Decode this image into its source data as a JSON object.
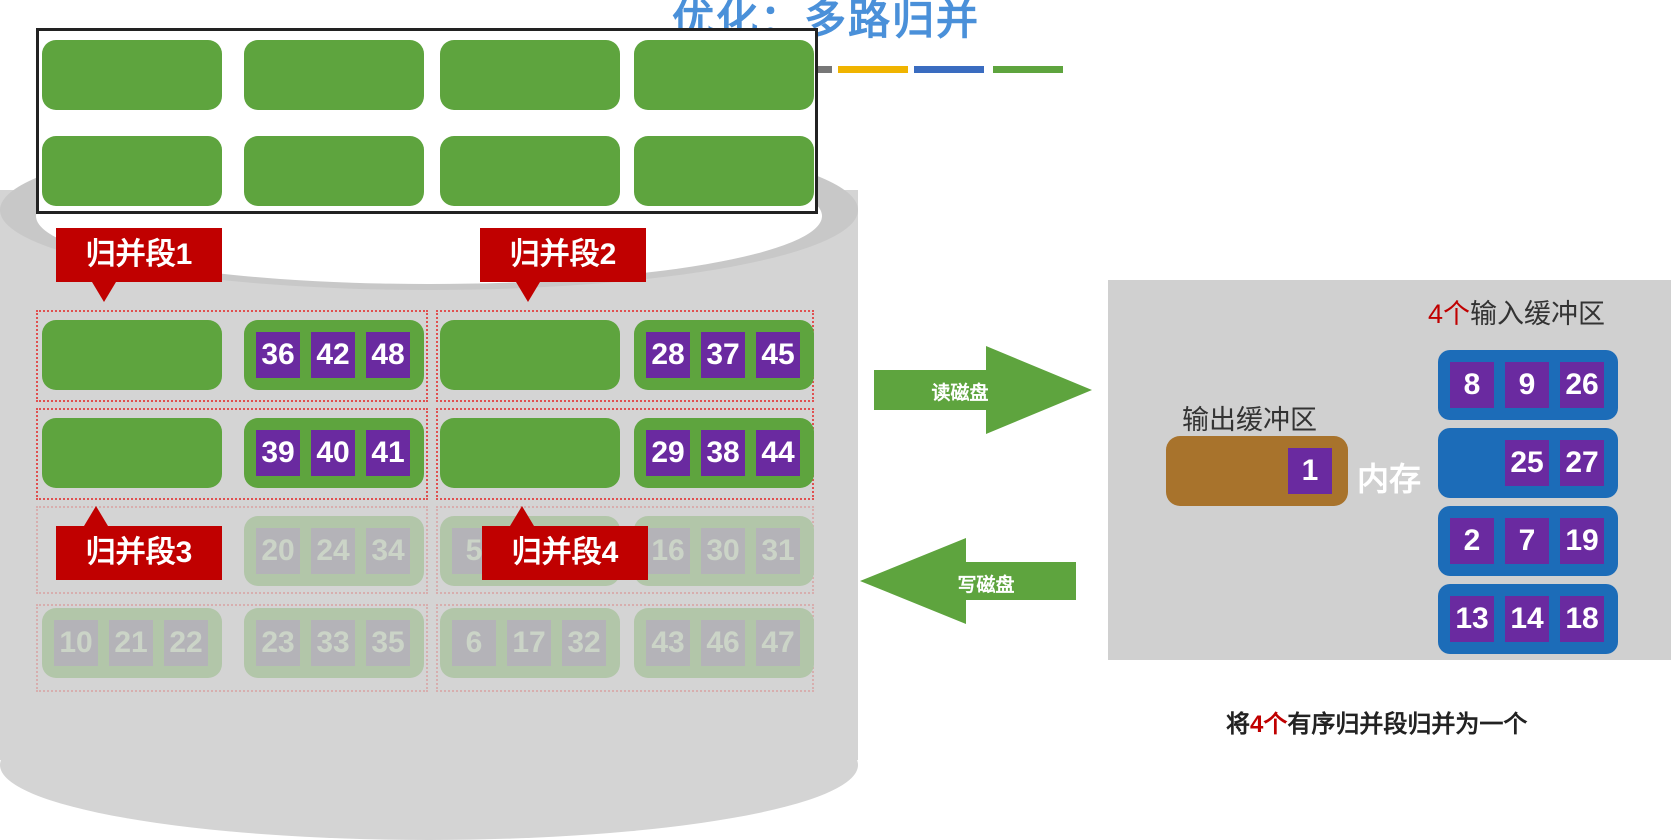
{
  "title": "优化：多路归并",
  "colors": {
    "title_blue": "#4a90d9",
    "block_green": "#5ea43e",
    "number_purple": "#6a2aa0",
    "callout_red": "#c00000",
    "input_buffer_blue": "#1c6cb8",
    "output_buffer_brown": "#a8732c",
    "panel_gray": "#d0d0d0",
    "disk_gray": "#d4d4d4"
  },
  "segments": {
    "seg1": {
      "label": "归并段1"
    },
    "seg2": {
      "label": "归并段2"
    },
    "seg3": {
      "label": "归并段3"
    },
    "seg4": {
      "label": "归并段4"
    }
  },
  "disk_rows": {
    "row1_left": [
      "36",
      "42",
      "48"
    ],
    "row1_right": [
      "28",
      "37",
      "45"
    ],
    "row2_left": [
      "39",
      "40",
      "41"
    ],
    "row2_right": [
      "29",
      "38",
      "44"
    ],
    "row3_a": [
      "20",
      "24",
      "34"
    ],
    "row3_b_partial": "5",
    "row3_c": [
      "16",
      "30",
      "31"
    ],
    "row4_a": [
      "10",
      "21",
      "22"
    ],
    "row4_b": [
      "23",
      "33",
      "35"
    ],
    "row4_c": [
      "6",
      "17",
      "32"
    ],
    "row4_d": [
      "43",
      "46",
      "47"
    ]
  },
  "arrows": {
    "read": "读磁盘",
    "write": "写磁盘"
  },
  "memory": {
    "input_buffers_count": "4个",
    "input_buffers_label": "输入缓冲区",
    "output_buffer_label": "输出缓冲区",
    "memory_label": "内存",
    "output_buffer_values": [
      "1"
    ],
    "input_buffers": [
      [
        "8",
        "9",
        "26"
      ],
      [
        "",
        "25",
        "27"
      ],
      [
        "2",
        "7",
        "19"
      ],
      [
        "13",
        "14",
        "18"
      ]
    ]
  },
  "caption": {
    "prefix": "将",
    "count": "4个",
    "suffix": "有序归并段归并为一个"
  }
}
